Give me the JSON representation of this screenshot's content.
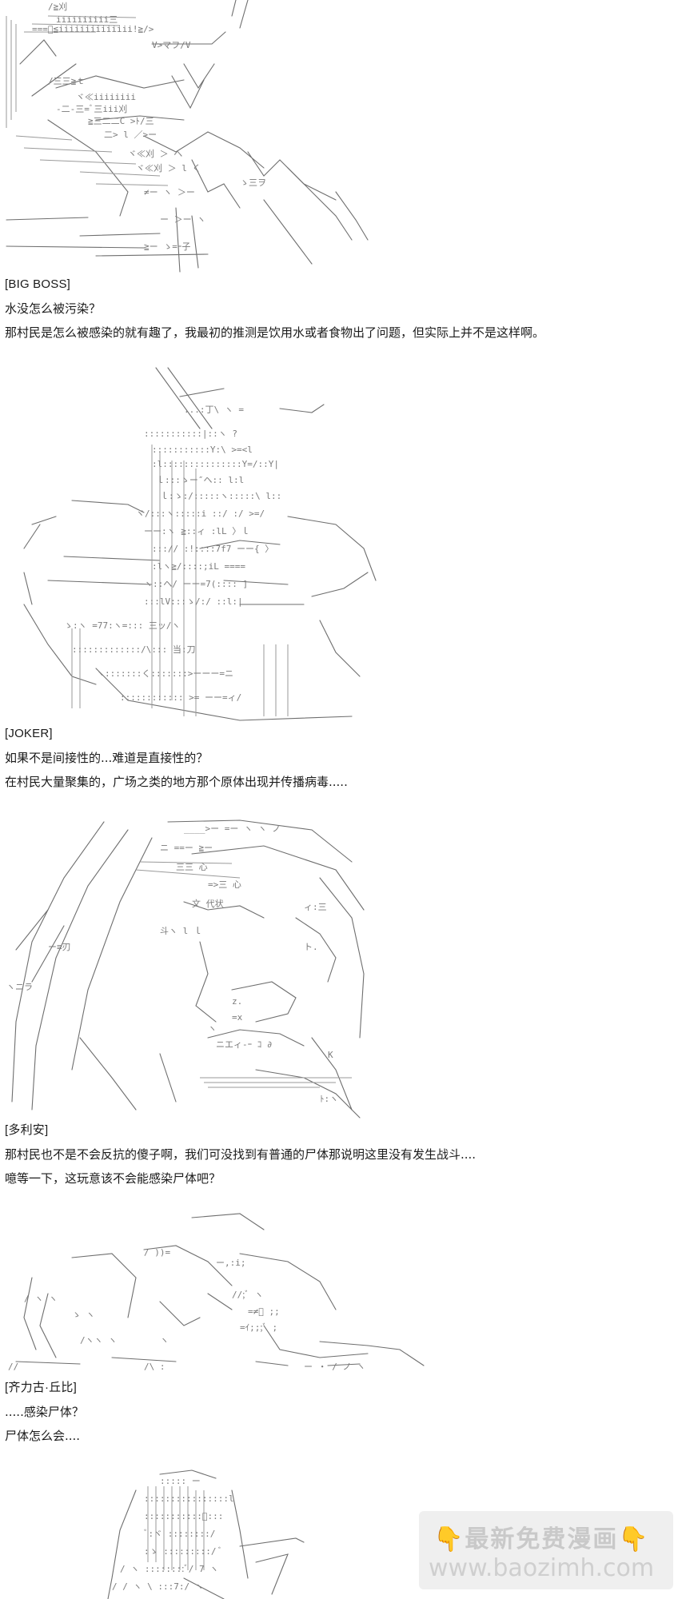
{
  "dialogue": [
    {
      "speaker": "[BIG BOSS]",
      "lines": [
        "水没怎么被污染？",
        "那村民是怎么被感染的就有趣了，我最初的推测是饮用水或者食物出了问题，但实际上并不是这样啊。"
      ]
    },
    {
      "speaker": "[JOKER]",
      "lines": [
        "如果不是间接性的...难道是直接性的？",
        "在村民大量聚集的，广场之类的地方那个原体出现并传播病毒....."
      ]
    },
    {
      "speaker": "[多利安]",
      "lines": [
        "那村民也不是不会反抗的傻子啊，我们可没找到有普通的尸体那说明这里没有发生战斗....",
        "噫等一下，这玩意该不会能感染尸体吧？"
      ]
    },
    {
      "speaker": "[齐力古·丘比]",
      "lines": [
        ".....感染尸体？",
        "尸体怎么会...."
      ]
    }
  ],
  "watermark": {
    "brand": "最新免费漫画",
    "url": "www.baozimh.com",
    "left_icon": "pointing-down-hand-icon",
    "right_icon": "pointing-down-hand-icon"
  }
}
